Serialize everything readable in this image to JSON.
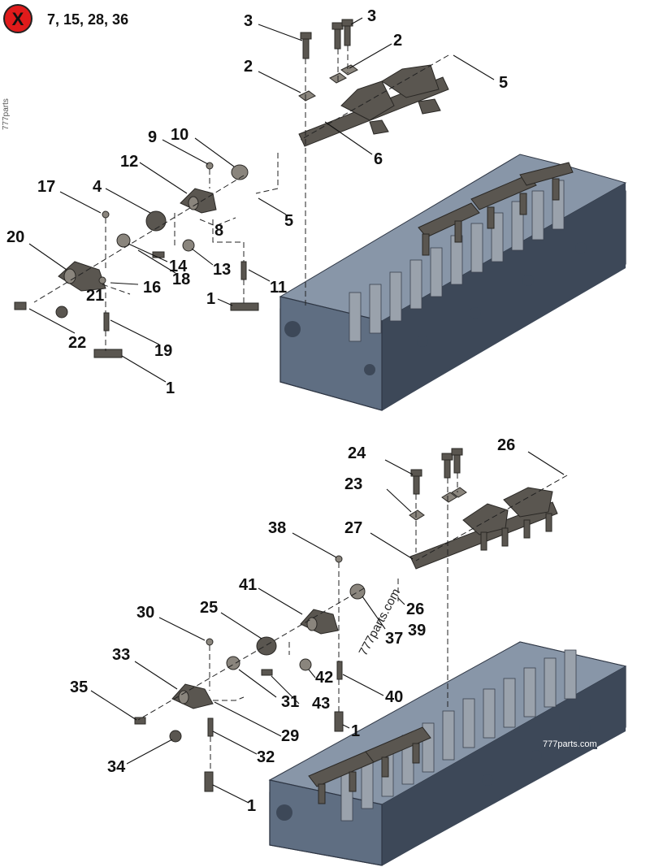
{
  "excluded": {
    "symbol": "X",
    "text": "7, 15, 28, 36",
    "badge_color": "#e01b1b"
  },
  "callouts_top": [
    "3",
    "3",
    "2",
    "2",
    "5",
    "6",
    "9",
    "10",
    "12",
    "17",
    "4",
    "5",
    "8",
    "20",
    "14",
    "18",
    "13",
    "16",
    "21",
    "11",
    "1",
    "22",
    "19",
    "1"
  ],
  "callouts_bottom": [
    "24",
    "26",
    "23",
    "38",
    "27",
    "41",
    "26",
    "37",
    "39",
    "25",
    "30",
    "33",
    "42",
    "31",
    "43",
    "40",
    "35",
    "1",
    "29",
    "32",
    "34",
    "1"
  ],
  "watermarks": {
    "side": "777parts",
    "diagonal": "777parts.com",
    "engine": "777parts.com"
  },
  "colors": {
    "callout_text": "#111111",
    "engine_head": "#5f6e82",
    "rocker_parts": "#5a5650"
  }
}
